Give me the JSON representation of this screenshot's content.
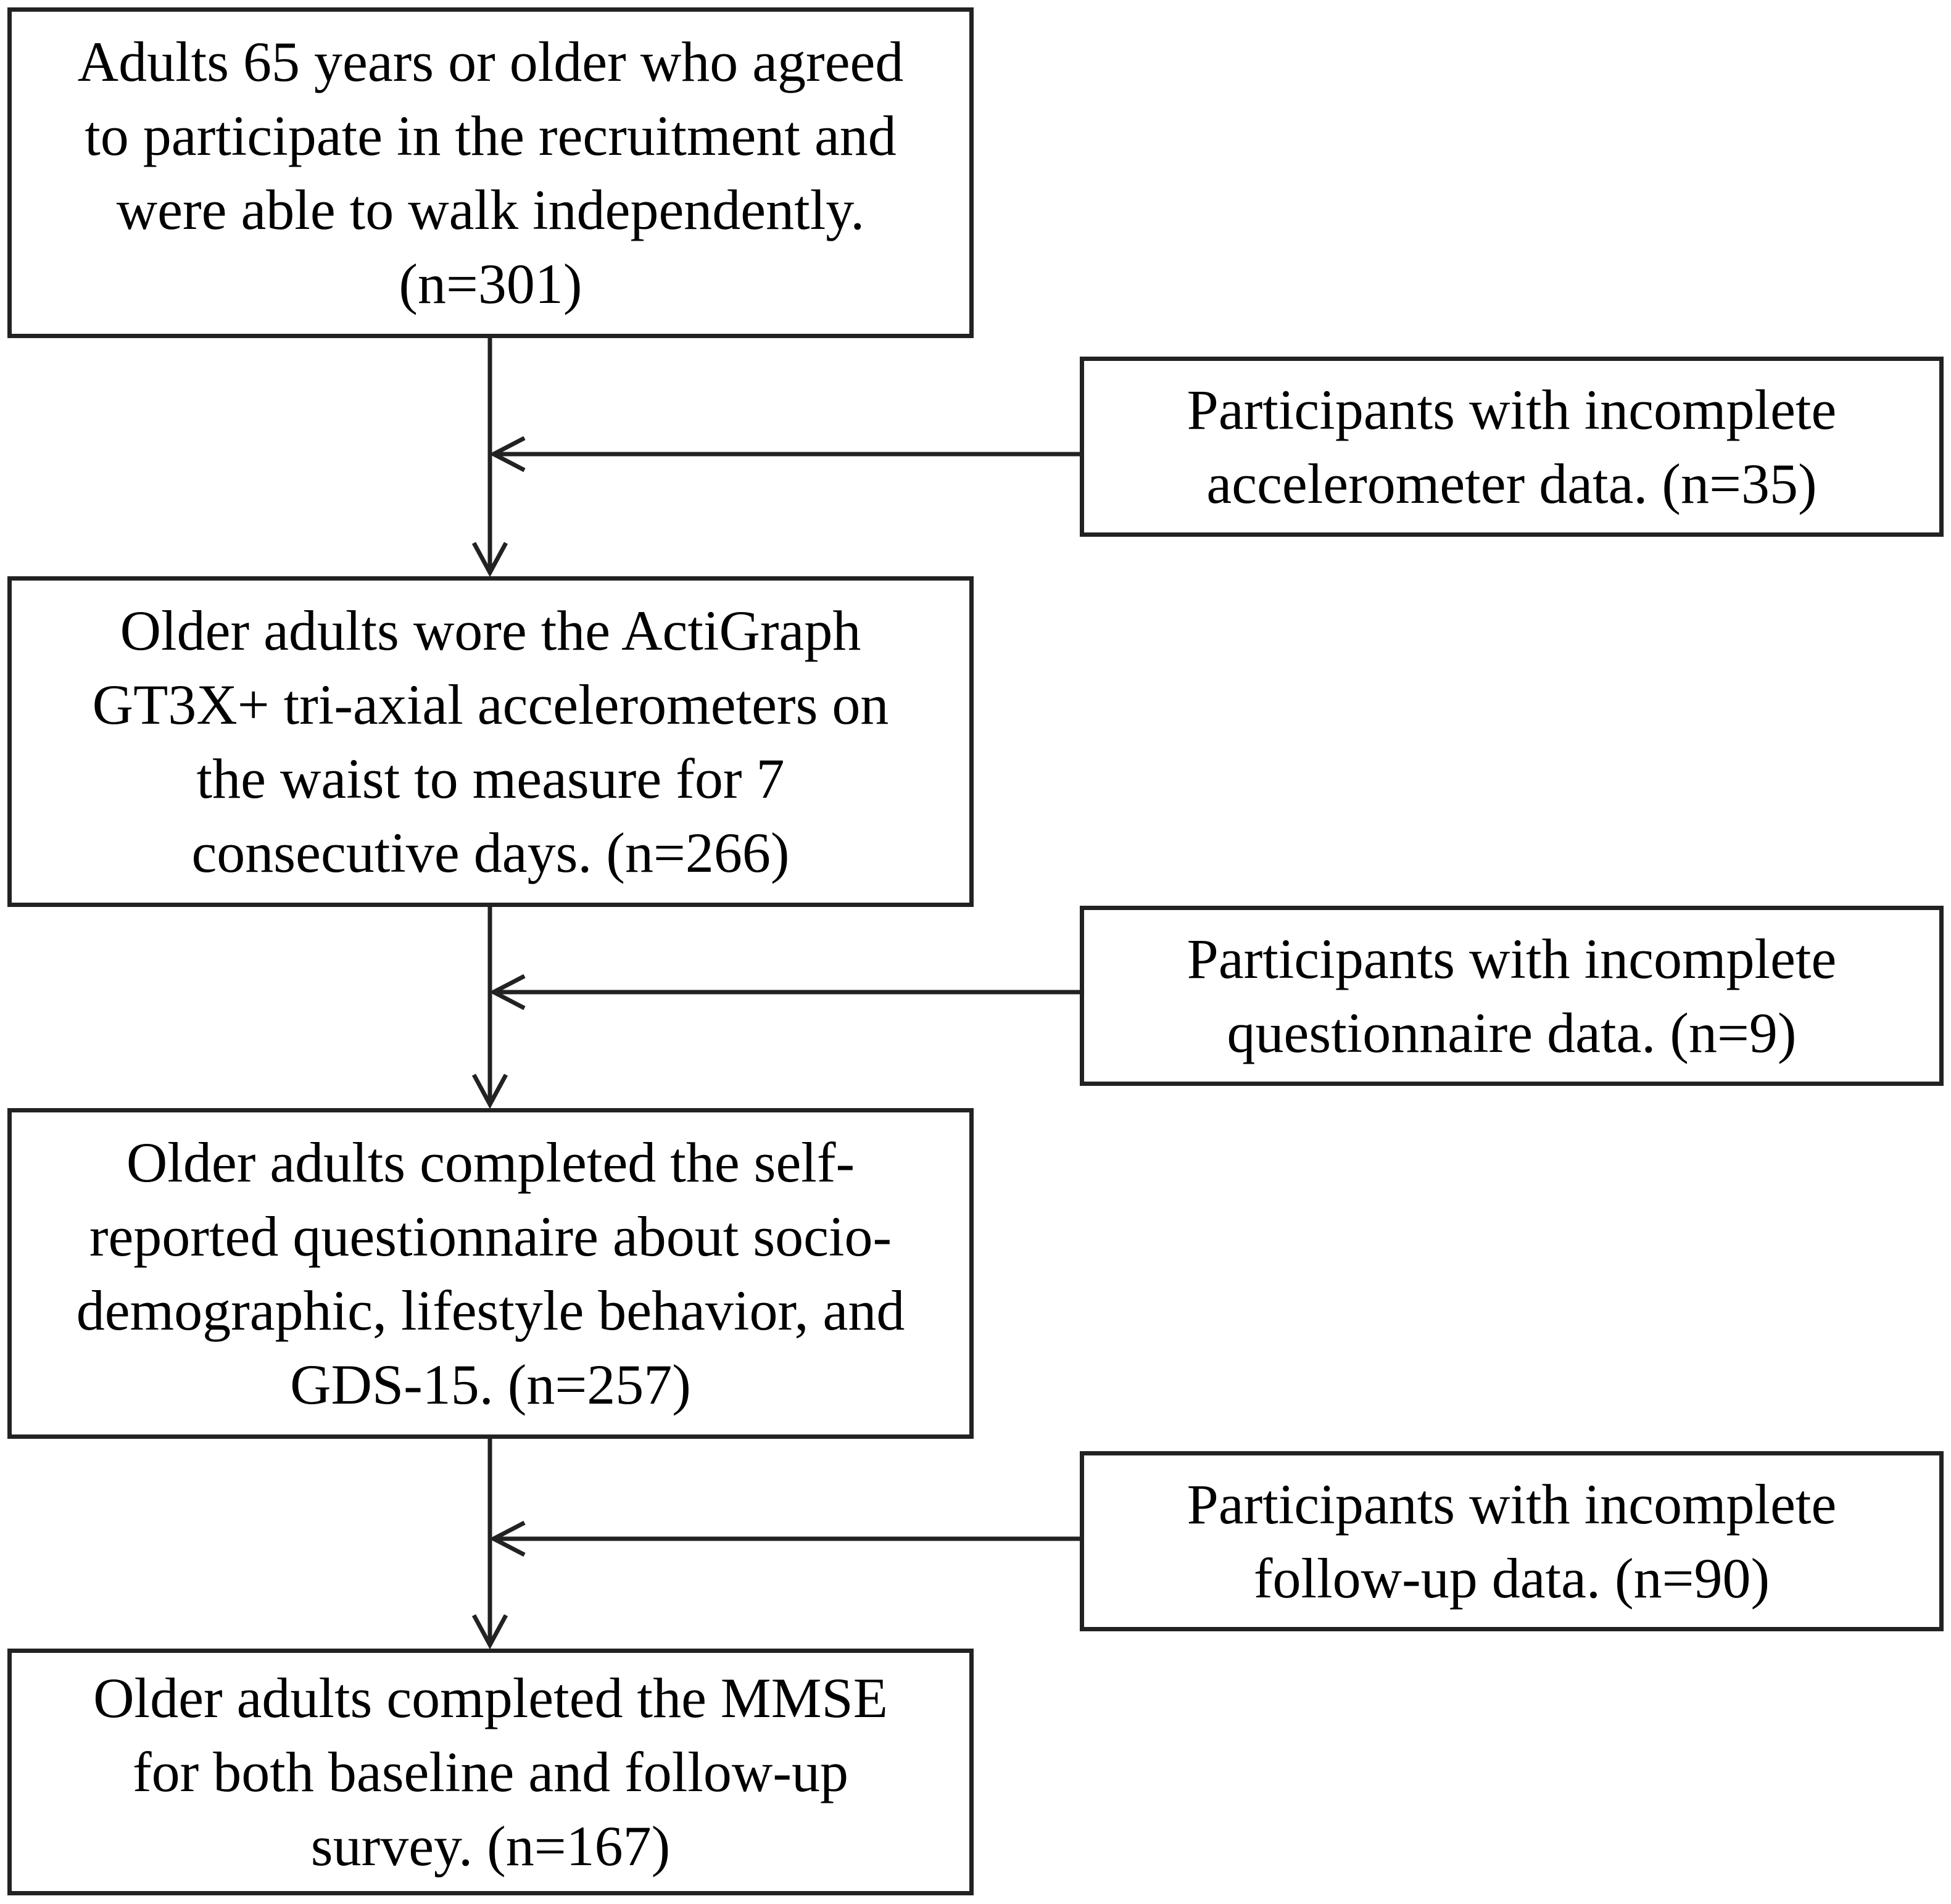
{
  "stages": [
    {
      "id": "stage1",
      "text": "Adults 65 years or older who agreed\nto participate in the recruitment and\nwere able to walk independently.\n(n=301)"
    },
    {
      "id": "stage2",
      "text": "Older adults wore the ActiGraph\nGT3X+ tri-axial accelerometers on\nthe waist to measure for 7\nconsecutive days. (n=266)"
    },
    {
      "id": "stage3",
      "text": "Older adults completed the self-\nreported questionnaire about socio-\ndemographic, lifestyle behavior, and\nGDS-15. (n=257)"
    },
    {
      "id": "stage4",
      "text": "Older adults completed the MMSE\nfor both baseline and follow-up\nsurvey. (n=167)"
    }
  ],
  "exclusions": [
    {
      "id": "excl1",
      "text": "Participants with incomplete\naccelerometer data. (n=35)"
    },
    {
      "id": "excl2",
      "text": "Participants with incomplete\nquestionnaire data. (n=9)"
    },
    {
      "id": "excl3",
      "text": "Participants with incomplete\nfollow-up data. (n=90)"
    }
  ],
  "colors": {
    "line": "#222222",
    "background": "#ffffff",
    "text": "#000000"
  }
}
